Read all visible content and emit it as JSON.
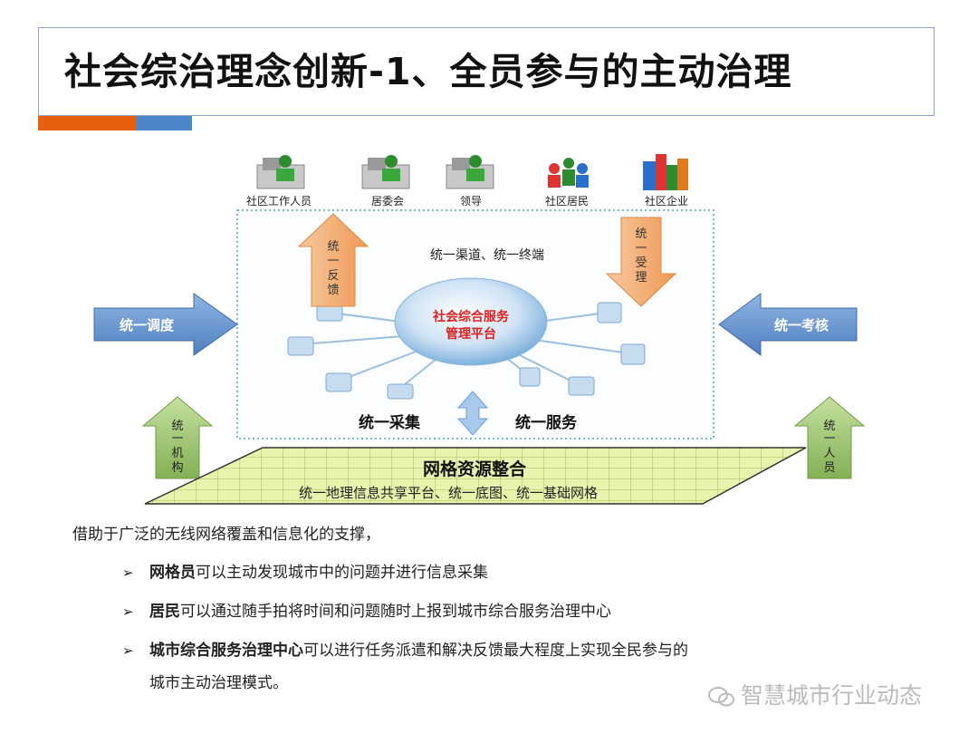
{
  "title": "社会综治理念创新-1、全员参与的主动治理",
  "roles": [
    "社区工作人员",
    "居委会",
    "领导",
    "社区居民",
    "社区企业"
  ],
  "center": {
    "channel": "统一渠道、统一终端",
    "platform_line1": "社会综合服务",
    "platform_line2": "管理平台",
    "collect": "统一采集",
    "serve": "统一服务"
  },
  "arrows": {
    "feedback": [
      "统",
      "一",
      "反",
      "馈"
    ],
    "accept": [
      "统",
      "一",
      "受",
      "理"
    ],
    "dispatch": "统一调度",
    "assess": "统一考核",
    "org": [
      "统",
      "一",
      "机",
      "构"
    ],
    "staff": [
      "统",
      "一",
      "人",
      "员"
    ]
  },
  "grid": {
    "title": "网格资源整合",
    "subtitle": "统一地理信息共享平台、统一底图、统一基础网格"
  },
  "text": {
    "intro": "借助于广泛的无线网络覆盖和信息化的支撑，",
    "bullets": [
      {
        "bold": "网格员",
        "rest": "可以主动发现城市中的问题并进行信息采集"
      },
      {
        "bold": "居民",
        "rest": "可以通过随手拍将时间和问题随时上报到城市综合服务治理中心"
      },
      {
        "bold": "城市综合服务治理中心",
        "rest": "可以进行任务派遣和解决反馈最大程度上实现全民参与的"
      }
    ],
    "continuation": "城市主动治理模式。"
  },
  "watermark": "智慧城市行业动态",
  "colors": {
    "orange": "#e8600e",
    "blue": "#4e86c9",
    "arrow_orange": "#f0a060",
    "arrow_blue": "#5b86c4",
    "arrow_green": "#8fb865",
    "grid_green": "#e6f0a8"
  }
}
